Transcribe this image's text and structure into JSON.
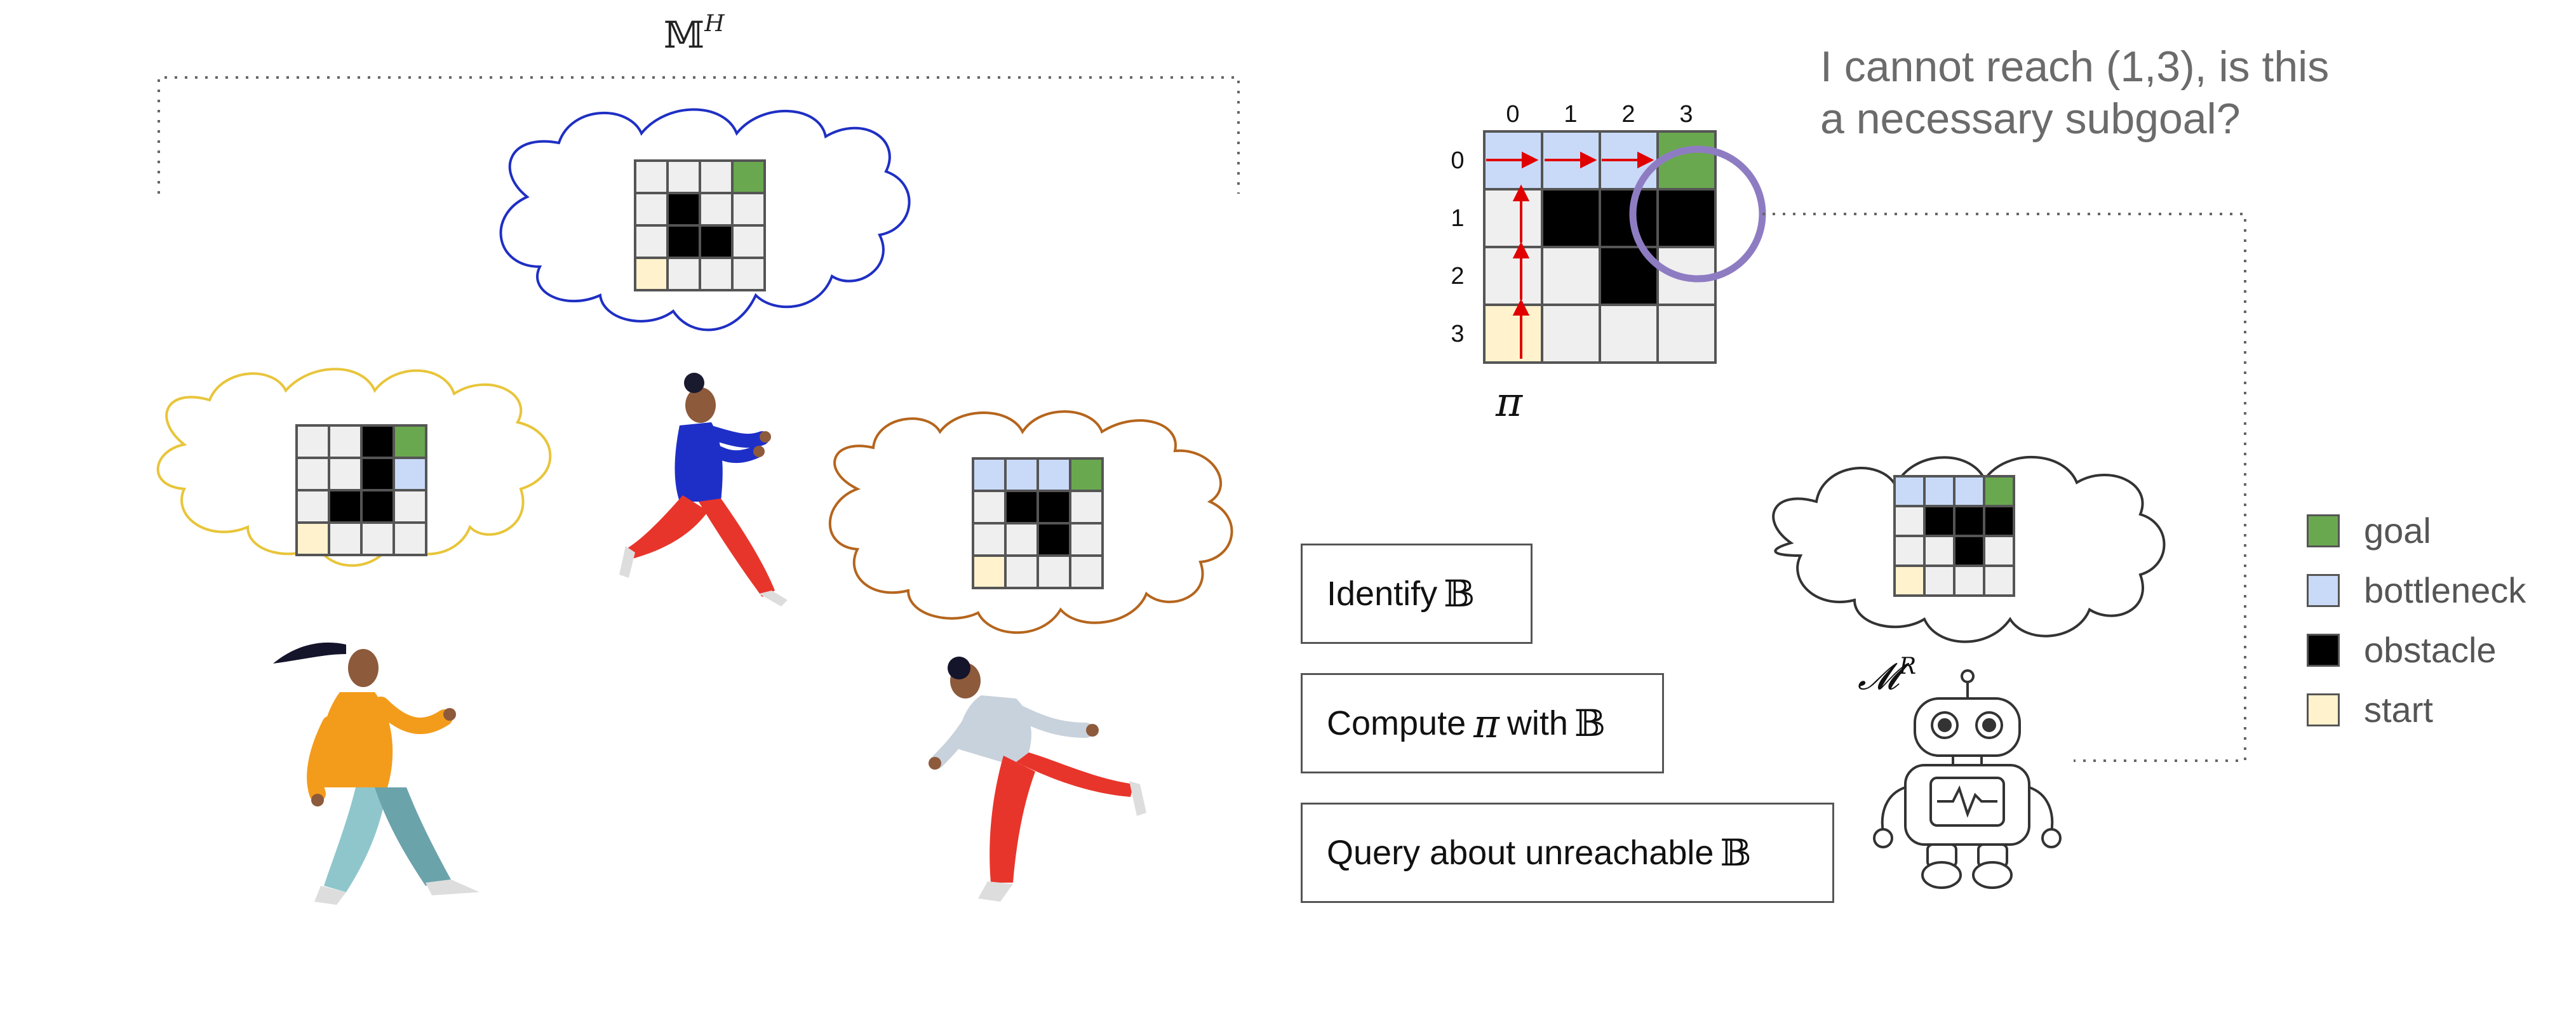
{
  "colors": {
    "goal": "#6aa84f",
    "bottleneck": "#c9daf8",
    "obstacle": "#000000",
    "start": "#fff2cc",
    "free": "#efefef",
    "arrow": "#e00000",
    "circle": "#8e7cc3",
    "cloud_human_top": "#1f2fc4",
    "cloud_human_left": "#e8c53a",
    "cloud_human_right": "#b5651d",
    "cloud_robot": "#333333"
  },
  "labels": {
    "human_model_set": "𝕄",
    "human_model_set_sup": "H",
    "robot_model": "𝓜",
    "robot_model_sup": "R",
    "policy_symbol": "π"
  },
  "policy_grid": {
    "col_indices": [
      "0",
      "1",
      "2",
      "3"
    ],
    "row_indices": [
      "0",
      "1",
      "2",
      "3"
    ]
  },
  "question_text": "I cannot reach (1,3), is this a necessary subgoal?",
  "steps": {
    "identify": {
      "text": "Identify",
      "symbol": "𝔹"
    },
    "compute": {
      "text_before": "Compute",
      "pi": "π",
      "text_after": "with",
      "symbol": "𝔹"
    },
    "query": {
      "text": "Query about unreachable",
      "symbol": "𝔹"
    }
  },
  "legend": [
    {
      "key": "goal",
      "label": "goal",
      "color": "#6aa84f"
    },
    {
      "key": "bottleneck",
      "label": "bottleneck",
      "color": "#c9daf8"
    },
    {
      "key": "obstacle",
      "label": "obstacle",
      "color": "#000000"
    },
    {
      "key": "start",
      "label": "start",
      "color": "#fff2cc"
    }
  ],
  "icons": [
    "person-running-icon",
    "person-walking-icon",
    "person-leaning-icon",
    "robot-icon"
  ]
}
